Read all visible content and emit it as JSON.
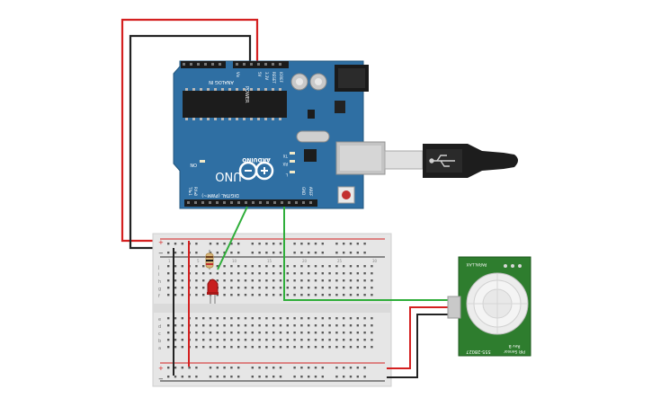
{
  "arduino": {
    "brand": "ARDUINO",
    "model": "UNO",
    "power_label": "POWER",
    "analog_label": "ANALOG IN",
    "digital_label": "DIGITAL (PWM~)",
    "on_label": "ON",
    "tx_label": "TX",
    "rx_label": "RX",
    "l_label": "L",
    "ioref_label": "IOREF",
    "reset_label": "RESET",
    "v33_label": "3.3V",
    "v5_label": "5V",
    "gnd_label": "GND",
    "vin_label": "Vin",
    "aref_label": "AREF",
    "tx_pin_label": "TX▸1",
    "rx_pin_label": "RX◂0"
  },
  "breadboard": {
    "plus_label": "+",
    "minus_label": "−",
    "column_labels": [
      "1",
      "5",
      "10",
      "15",
      "20",
      "25",
      "30"
    ],
    "row_labels_top": [
      "j",
      "i",
      "h",
      "g",
      "f"
    ],
    "row_labels_bottom": [
      "e",
      "d",
      "c",
      "b",
      "a"
    ]
  },
  "pir_sensor": {
    "brand": "PARALLAX",
    "part_number": "555-28027",
    "rev_label": "Rev B",
    "name": "PIR Sensor"
  },
  "colors": {
    "board_blue": "#2f6fa3",
    "wire_red": "#d42020",
    "wire_black": "#222222",
    "wire_green": "#2fae3a",
    "pir_green": "#2e7d2e",
    "breadboard": "#e6e6e6"
  }
}
